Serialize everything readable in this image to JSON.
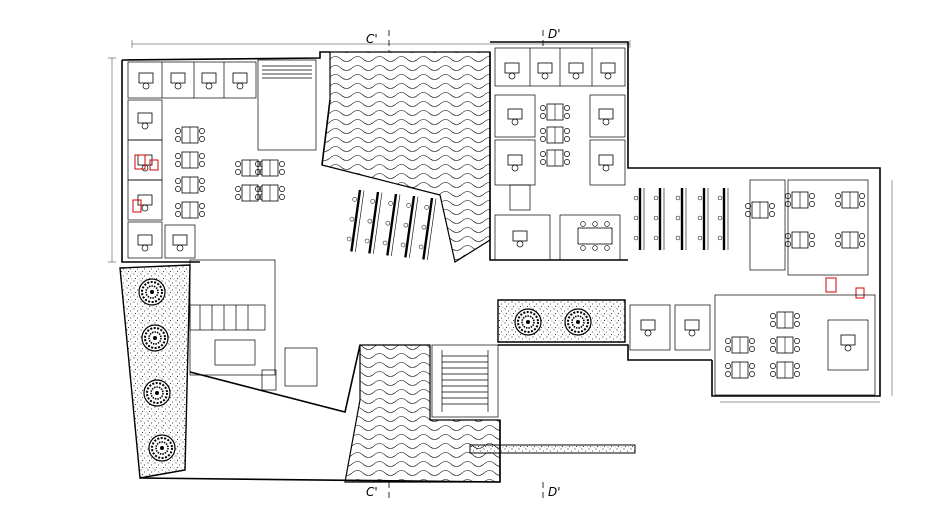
{
  "section_marks": {
    "c_top": "C'",
    "d_top": "D'",
    "c_bottom": "C'",
    "d_bottom": "D'"
  },
  "icons": [
    "tree-icon",
    "desk-icon",
    "chair-icon",
    "stair-icon",
    "water-hatch-icon",
    "gravel-hatch-icon"
  ],
  "colors": {
    "line": "#000000",
    "background": "#ffffff",
    "accent": "#d40000"
  }
}
